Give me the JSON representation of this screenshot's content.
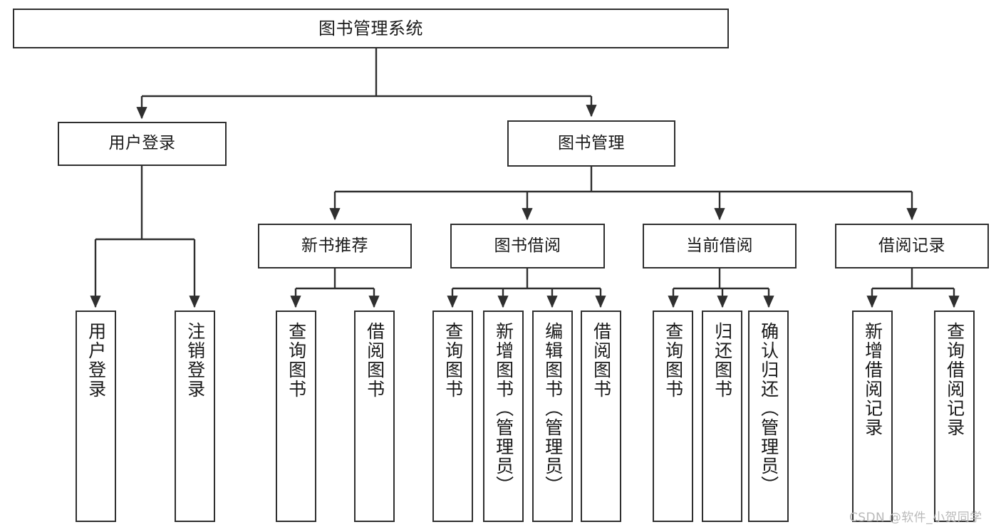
{
  "diagram": {
    "title": "图书管理系统",
    "type": "tree-hierarchy",
    "root": {
      "label": "图书管理系统"
    },
    "level1": [
      {
        "label": "用户登录"
      },
      {
        "label": "图书管理"
      }
    ],
    "level2": [
      {
        "label": "新书推荐"
      },
      {
        "label": "图书借阅"
      },
      {
        "label": "当前借阅"
      },
      {
        "label": "借阅记录"
      }
    ],
    "leaves": {
      "user_login": [
        {
          "label": "用户登录"
        },
        {
          "label": "注销登录"
        }
      ],
      "new_book_recommend": [
        {
          "label": "查询图书"
        },
        {
          "label": "借阅图书"
        }
      ],
      "book_borrow": [
        {
          "label": "查询图书"
        },
        {
          "label": "新增图书（管理员）"
        },
        {
          "label": "编辑图书（管理员）"
        },
        {
          "label": "借阅图书"
        }
      ],
      "current_borrow": [
        {
          "label": "查询图书"
        },
        {
          "label": "归还图书"
        },
        {
          "label": "确认归还（管理员）"
        }
      ],
      "borrow_record": [
        {
          "label": "新增借阅记录"
        },
        {
          "label": "查询借阅记录"
        }
      ]
    }
  },
  "watermark": {
    "text": "CSDN @软件_小贺同学"
  },
  "colors": {
    "stroke": "#2f2f2f",
    "fill": "#ffffff",
    "text": "#1a1a1a",
    "watermark": "#b9b9b9"
  }
}
